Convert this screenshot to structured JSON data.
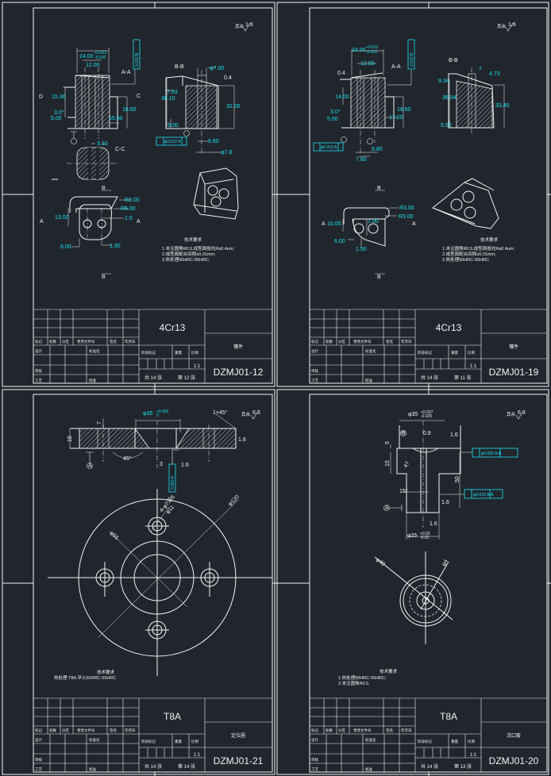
{
  "colors": {
    "background": "#21262d",
    "lines": "#f2f2f2",
    "dimensions": "#19e3f2"
  },
  "title_block_labels": {
    "mark": "标记",
    "count": "处数",
    "zone": "分区",
    "change_doc": "更改文件号",
    "signature": "签名",
    "date": "年月日",
    "design": "设计",
    "standardization": "标准化",
    "review": "审核",
    "process": "工艺",
    "approve": "批准",
    "stage_mark": "阶段标记",
    "weight": "重量",
    "scale": "比例"
  },
  "sheets": [
    {
      "material": "4Cr13",
      "part_name": "镶件",
      "drawing_no": "DZMJ01-12",
      "scale": "1:1",
      "total": "共 14 张",
      "sheet": "第 12 张",
      "roughness": "1.6",
      "roughness_prefix": "其余",
      "labels": [
        "A-A",
        "B-B",
        "C-C",
        "C",
        "D",
        "A",
        "B",
        "0.4",
        "A",
        "B",
        "A",
        "B"
      ],
      "tolerances": [
        "0.012 B",
        "φ0.010 A"
      ],
      "dims": [
        "24.00",
        "+0.012",
        "-0.010",
        "12.00",
        "15.36",
        "3.0°",
        "5.00",
        "18.60",
        "15.50",
        "3.10",
        "φ7.00",
        "7.93",
        "36.10",
        "32.00",
        "5.00",
        "6.80",
        "φ7.8",
        "R3.00",
        "R5.00",
        "13.00",
        "1.5",
        "6.00",
        "1.90"
      ],
      "notes": {
        "heading": "技术要求",
        "lines": [
          "1.未注圆角R0.5,成型面抛光Ra0.4um;",
          "2.成型面配合间隙≤0.01mm;",
          "3.热处理50HRC-55HRC."
        ]
      }
    },
    {
      "material": "4Cr13",
      "part_name": "镶件",
      "drawing_no": "DZMJ01-19",
      "scale": "1:1",
      "total": "共 14 张",
      "sheet": "第 11 张",
      "roughness": "1.6",
      "roughness_prefix": "其余",
      "labels": [
        "A-A",
        "B-B",
        "0.4",
        "A",
        "B",
        "A",
        "B",
        "B",
        "B",
        "A",
        "A"
      ],
      "tolerances": [
        "0.012 B",
        "φ0.010 A"
      ],
      "dims": [
        "24.00",
        "+0.012",
        "-0.010",
        "12.00",
        "14.00",
        "3.0°",
        "5.00",
        "18.60",
        "17.00",
        "6.80",
        "7.60",
        "7",
        "4.73",
        "9.34",
        "36.04",
        "33.40",
        "5.00",
        "R3.00",
        "R3.00",
        "10.00",
        "1.00",
        "6.00",
        "1.50"
      ],
      "notes": {
        "heading": "技术要求",
        "lines": [
          "1.未注圆角R0.5,成型面抛光Ra0.4um;",
          "2.成型面配合间隙≤0.01mm;",
          "3.热处理50HRC-55HRC"
        ]
      }
    },
    {
      "material": "T8A",
      "part_name": "定位圈",
      "drawing_no": "DZMJ01-21",
      "scale": "1:1",
      "total": "共 14 张",
      "sheet": "第 14 张",
      "roughness": "6.3",
      "roughness_prefix": "其余",
      "labels": [
        "A"
      ],
      "tolerances": [
        "0.050 A"
      ],
      "dims": [
        "φ35",
        "+0.062",
        "0",
        "1×45°",
        "7",
        "15",
        "45°",
        "3",
        "φ120",
        "φ55",
        "4-φ7深6",
        "φ11",
        "1.6",
        "1.6"
      ],
      "notes": {
        "heading": "技术要求",
        "lines": [
          "热处理 T8A 淬火50HRC-55HRC"
        ]
      }
    },
    {
      "material": "T8A",
      "part_name": "浇口套",
      "drawing_no": "DZMJ01-20",
      "scale": "1:1",
      "total": "共 14 张",
      "sheet": "第 13 张",
      "roughness": "6.3",
      "roughness_prefix": "其余",
      "labels": [
        "B",
        "A"
      ],
      "tolerances": [
        "φ0.050 A-B",
        "φ0.010 A-B"
      ],
      "dims": [
        "φ35",
        "+0.037",
        "-0.025",
        "5",
        "15",
        "47",
        "50",
        "15°",
        "φ25",
        "+0.02",
        "-0.01",
        "φ40",
        "φ4",
        "1.6",
        "1.6",
        "1.6",
        "0.8"
      ],
      "notes": {
        "heading": "技术要求",
        "lines": [
          "1.热处理50HRC-55HRC;",
          "2.未注圆角R0.5."
        ]
      }
    }
  ]
}
